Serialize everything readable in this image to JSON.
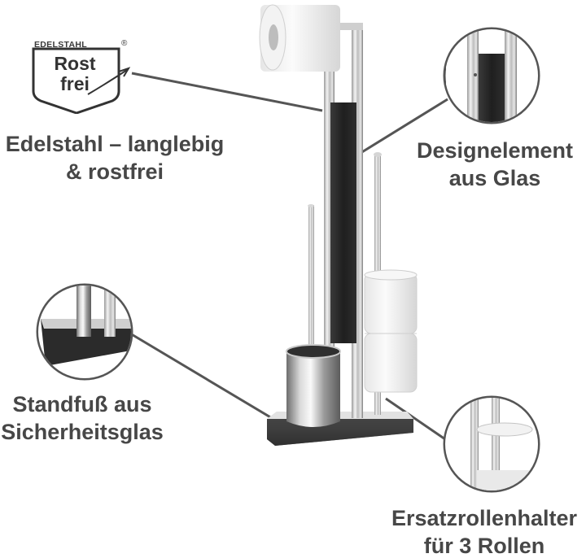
{
  "badge": {
    "top_text": "EDELSTAHL",
    "registered": "®",
    "line1": "Rost",
    "line2": "frei"
  },
  "callouts": {
    "steel": {
      "line1": "Edelstahl – langlebig",
      "line2": "& rostfrei"
    },
    "glass": {
      "line1": "Designelement",
      "line2": "aus Glas"
    },
    "base": {
      "line1": "Standfuß aus",
      "line2": "Sicherheitsglas"
    },
    "rolls": {
      "line1": "Ersatzrollenhalter",
      "line2": "für 3 Rollen"
    }
  },
  "colors": {
    "text": "#474747",
    "chrome_light": "#eeeeee",
    "chrome_dark": "#8c8c8c",
    "glass_dark": "#2b2b2b",
    "callout_line": "#555555"
  }
}
